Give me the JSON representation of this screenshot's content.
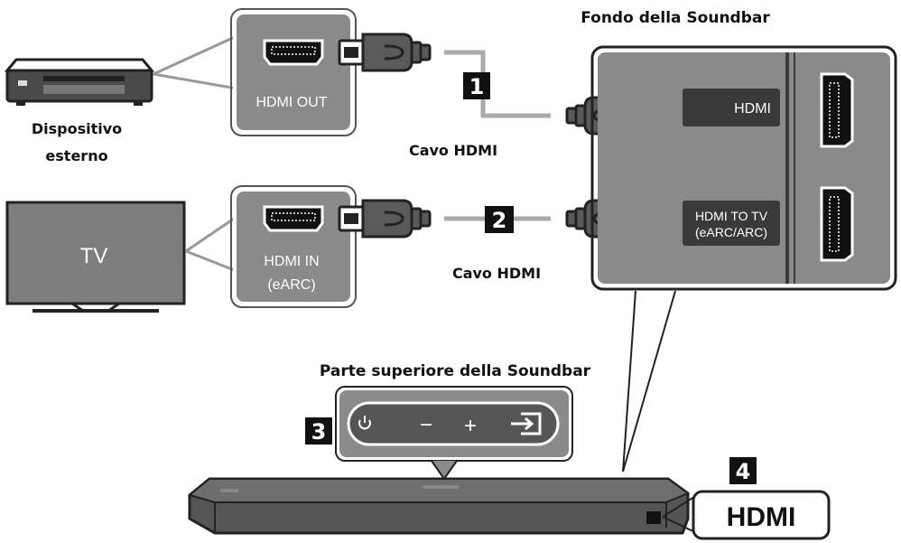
{
  "labels": {
    "fondo": "Fondo della Soundbar",
    "device_line1": "Dispositivo",
    "device_line2": "esterno",
    "cavo1": "Cavo HDMI",
    "cavo2": "Cavo HDMI",
    "tv": "TV",
    "parte_superiore": "Parte superiore della Soundbar"
  },
  "ports": {
    "hdmi_out": "HDMI OUT",
    "hdmi_in_line1": "HDMI IN",
    "hdmi_in_line2": "(eARC)",
    "sb_hdmi": "HDMI",
    "sb_hdmi_tv_line1": "HDMI TO TV",
    "sb_hdmi_tv_line2": "(eARC/ARC)"
  },
  "steps": {
    "s1": "1",
    "s2": "2",
    "s3": "3",
    "s4": "4"
  },
  "top_panel": {
    "minus": "−",
    "plus": "+"
  },
  "hdmi_badge": "HDMI",
  "colors": {
    "panel_grey": "#8a8a8a",
    "panel_dark": "#3a3a3a",
    "cable_grey": "#aaaaaa",
    "step_black": "#111111"
  }
}
